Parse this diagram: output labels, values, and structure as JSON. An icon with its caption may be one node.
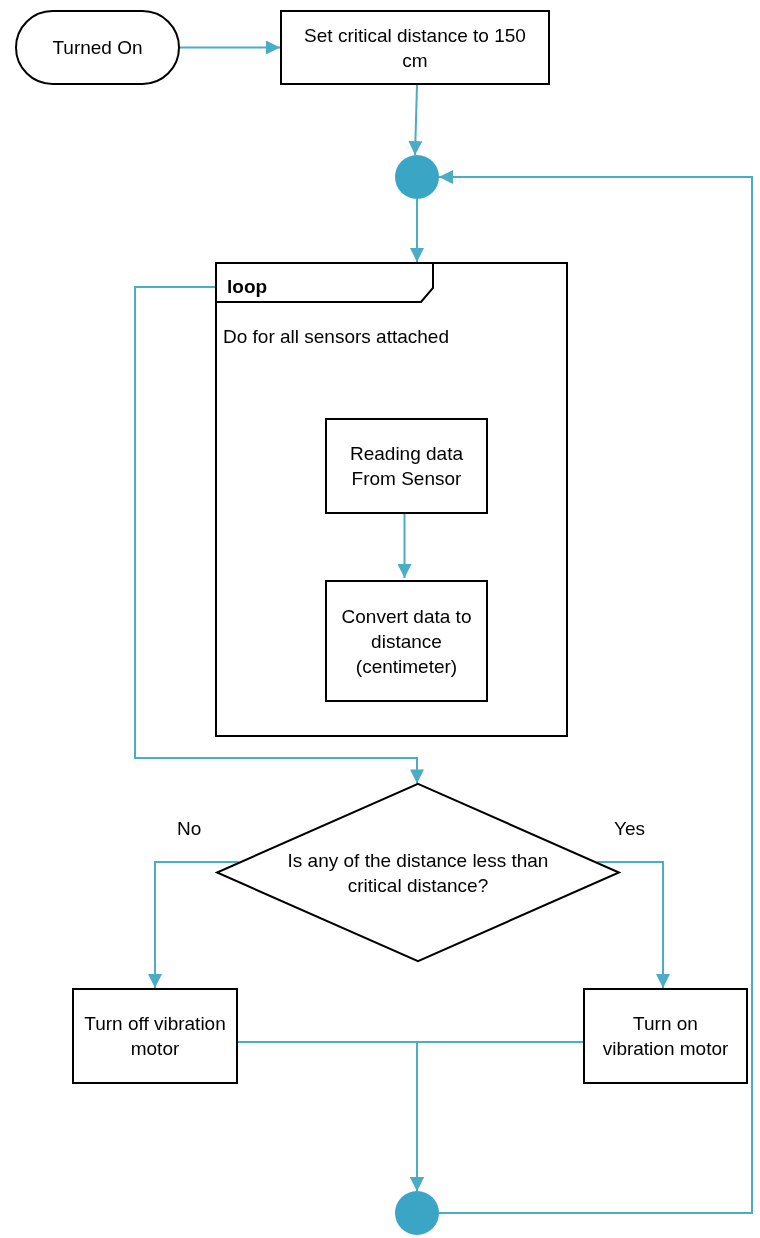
{
  "diagram": {
    "nodes": [
      {
        "text": [
          "Turned On"
        ]
      },
      {
        "text": [
          "Set critical distance to 150 cm"
        ]
      },
      {
        "text": [],
        "shape": "circle"
      },
      {
        "text": [
          "loop",
          "Do for all sensors attached"
        ]
      },
      {
        "text": [
          "Reading data From Sensor"
        ],
        "in": 3
      },
      {
        "text": [
          "Convert data to distance (centimeter)"
        ],
        "in": 3
      },
      {
        "text": [
          "Is any of the distance less than critical distance?"
        ]
      },
      {
        "text": [
          "Turn off vibration motor"
        ]
      },
      {
        "text": [
          "Turn on vibration motor"
        ]
      },
      {
        "text": [],
        "shape": "circle"
      }
    ],
    "edges": [
      {
        "from": 0,
        "to": 1,
        "arrow": "to"
      },
      {
        "from": 1,
        "to": 2,
        "arrow": "to"
      },
      {
        "from": 2,
        "to": 3,
        "arrow": "to"
      },
      {
        "from": 4,
        "to": 5,
        "arrow": "to"
      },
      {
        "from": 3,
        "to": 6,
        "arrow": "to"
      },
      {
        "from": 6,
        "to": 7,
        "label": "No",
        "arrow": "to"
      },
      {
        "from": 6,
        "to": 8,
        "label": "Yes",
        "arrow": "to"
      },
      {
        "from": 7,
        "to": 9,
        "arrow": "to"
      },
      {
        "from": 8,
        "to": 9,
        "arrow": "to"
      },
      {
        "from": 9,
        "to": 2,
        "arrow": "to"
      }
    ]
  }
}
